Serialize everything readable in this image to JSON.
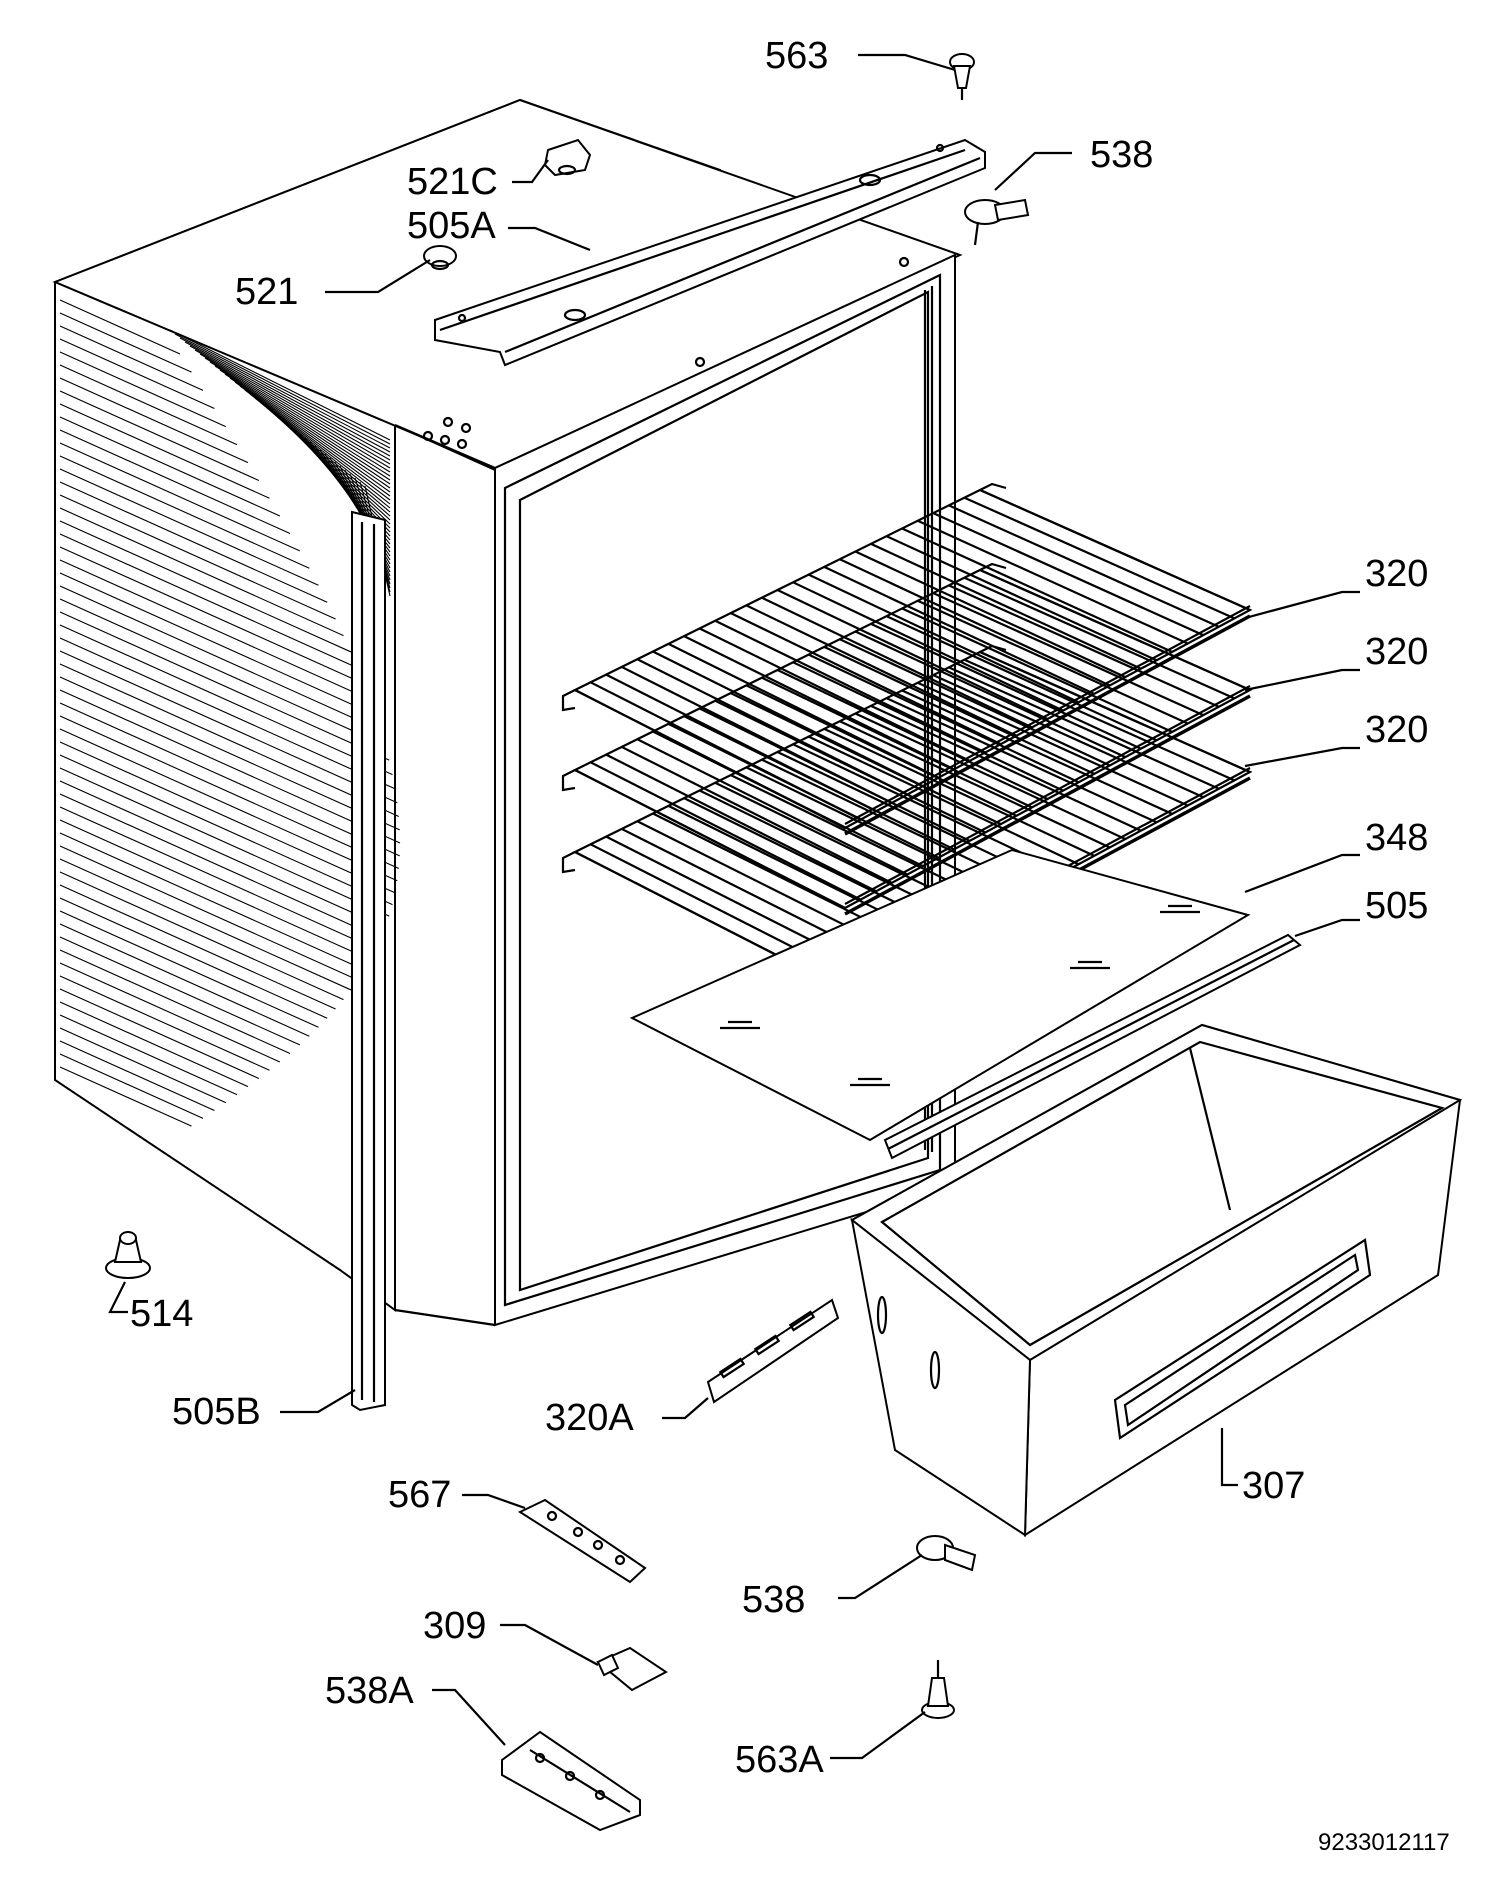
{
  "labels": {
    "p563": "563",
    "p538_top": "538",
    "p521c": "521C",
    "p505a": "505A",
    "p521": "521",
    "p320_1": "320",
    "p320_2": "320",
    "p320_3": "320",
    "p348": "348",
    "p505": "505",
    "p514": "514",
    "p505b": "505B",
    "p320a": "320A",
    "p307": "307",
    "p567": "567",
    "p538_bottom": "538",
    "p309": "309",
    "p538a": "538A",
    "p563a": "563A"
  },
  "drawing_number": "9233012117",
  "colors": {
    "ink": "#000000",
    "paper": "#ffffff"
  }
}
